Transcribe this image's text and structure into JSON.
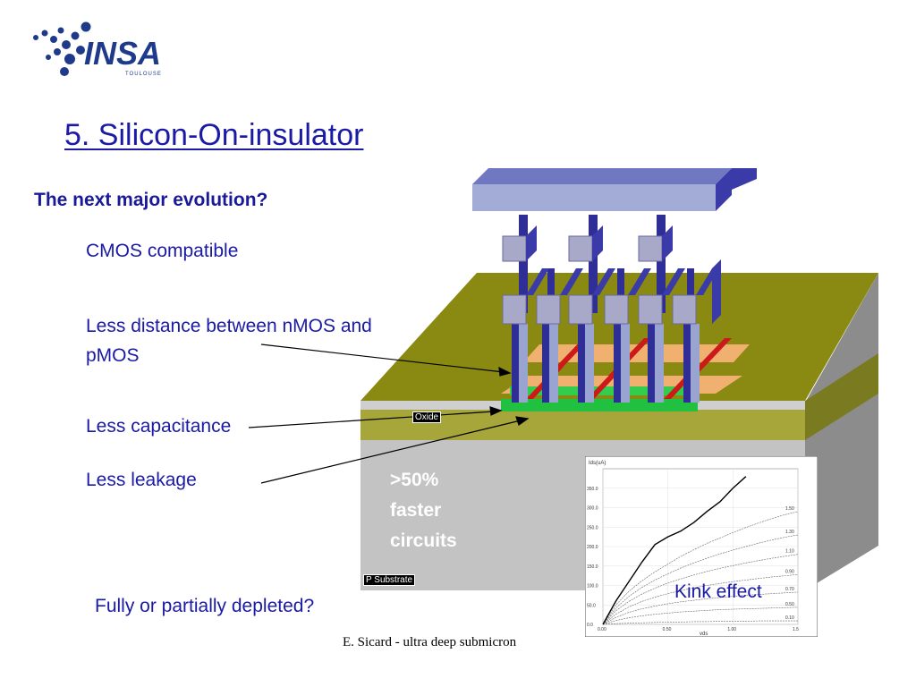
{
  "logo": {
    "name": "INSA",
    "sub": "TOULOUSE"
  },
  "title": "5. Silicon-On-insulator",
  "subtitle": "The next major evolution?",
  "bullets": {
    "cmos": "CMOS compatible",
    "distance": "Less distance between nMOS and pMOS",
    "capacitance": "Less capacitance",
    "leakage": "Less leakage"
  },
  "question": "Fully or partially depleted?",
  "footer": "E. Sicard - ultra deep submicron",
  "diagram": {
    "oxide_label": "Oxide",
    "substrate_label": "P Substrate",
    "faster_label": ">50% faster circuits",
    "colors": {
      "surface": "#8a8a10",
      "oxide_layer": "#c8c8c8",
      "substrate": "#c0c0c0",
      "metal": "#3a3aa8",
      "metal_light": "#9aa4d0",
      "gate_red": "#cc1a1a",
      "active_green": "#22c040",
      "diffusion_orange": "#f0b070"
    }
  },
  "chart_data": {
    "type": "line",
    "ylabel": "Ids(uA)",
    "xlabel": "vds",
    "xlim": [
      0,
      1.5
    ],
    "ylim": [
      0,
      400
    ],
    "x_ticks": [
      "0.00",
      "0.50",
      "1.00",
      "1.5"
    ],
    "y_ticks": [
      "0.0",
      "50.0",
      "100.0",
      "150.0",
      "200.0",
      "250.0",
      "300.0",
      "350.0"
    ],
    "x": [
      0,
      0.1,
      0.2,
      0.3,
      0.4,
      0.5,
      0.6,
      0.7,
      0.8,
      0.9,
      1.0,
      1.1,
      1.2,
      1.3,
      1.4,
      1.5
    ],
    "series": [
      {
        "name": "1.50",
        "values": [
          0,
          50,
          85,
          112,
          135,
          155,
          175,
          192,
          208,
          222,
          236,
          249,
          261,
          272,
          282,
          290
        ]
      },
      {
        "name": "1.30",
        "values": [
          0,
          42,
          72,
          95,
          114,
          130,
          145,
          158,
          170,
          181,
          191,
          200,
          209,
          217,
          224,
          230
        ]
      },
      {
        "name": "1.10",
        "values": [
          0,
          35,
          59,
          78,
          93,
          106,
          117,
          127,
          136,
          144,
          151,
          158,
          164,
          170,
          175,
          180
        ]
      },
      {
        "name": "0.90",
        "values": [
          0,
          26,
          45,
          59,
          70,
          79,
          87,
          94,
          100,
          105,
          110,
          114,
          118,
          122,
          125,
          128
        ]
      },
      {
        "name": "0.70",
        "values": [
          0,
          18,
          31,
          40,
          47,
          53,
          58,
          62,
          66,
          69,
          72,
          75,
          77,
          79,
          81,
          83
        ]
      },
      {
        "name": "0.50",
        "values": [
          0,
          10,
          17,
          22,
          26,
          29,
          32,
          34,
          36,
          38,
          39,
          40,
          41,
          42,
          43,
          44
        ]
      },
      {
        "name": "0.10",
        "values": [
          0,
          2,
          3,
          4,
          5,
          6,
          6,
          7,
          7,
          8,
          8,
          8,
          9,
          9,
          9,
          9
        ]
      },
      {
        "name": "Kink effect",
        "values": [
          0,
          60,
          110,
          160,
          205,
          225,
          240,
          262,
          290,
          315,
          350,
          380
        ]
      }
    ],
    "annotation": "Kink effect"
  }
}
